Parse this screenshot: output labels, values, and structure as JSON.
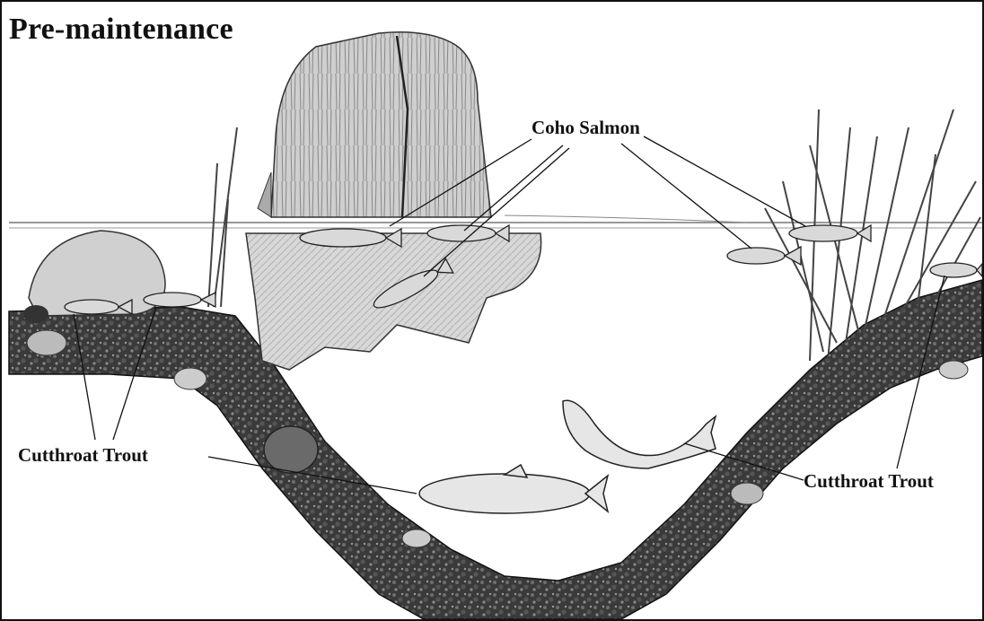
{
  "title": "Pre-maintenance",
  "labels": {
    "coho_salmon": "Coho Salmon",
    "cutthroat_left": "Cutthroat Trout",
    "cutthroat_right": "Cutthroat Trout"
  },
  "colors": {
    "ink": "#111111",
    "gravel": "#2b2b2b",
    "stump": "#bdbdbd",
    "water": "#ffffff"
  }
}
